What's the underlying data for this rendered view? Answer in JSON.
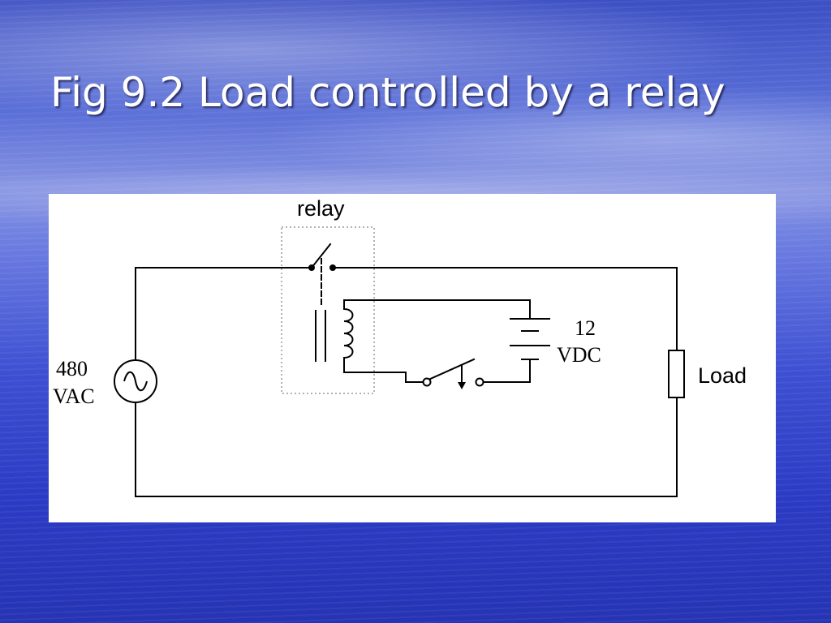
{
  "slide": {
    "title": "Fig 9.2 Load controlled by a relay"
  },
  "diagram": {
    "relay_label": "relay",
    "ac_source": {
      "line1": "480",
      "line2": "VAC"
    },
    "dc_source": {
      "line1": "12",
      "line2": "VDC"
    },
    "load_label": "Load"
  },
  "colors": {
    "wire": "#000000",
    "relay_box": "#999999",
    "panel": "#ffffff",
    "title": "#ffffff"
  }
}
